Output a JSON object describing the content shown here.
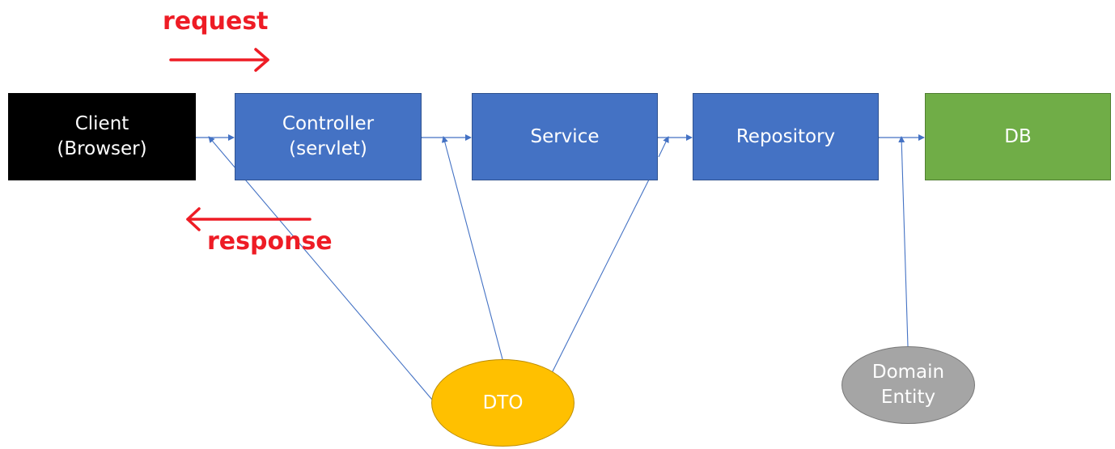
{
  "nodes": {
    "client": {
      "label": "Client\n(Browser)",
      "color": "#000000"
    },
    "controller": {
      "label": "Controller\n(servlet)",
      "color": "#4472c4"
    },
    "service": {
      "label": "Service",
      "color": "#4472c4"
    },
    "repository": {
      "label": "Repository",
      "color": "#4472c4"
    },
    "db": {
      "label": "DB",
      "color": "#70ad47"
    },
    "dto": {
      "label": "DTO",
      "color": "#ffc000"
    },
    "domain_entity": {
      "label": "Domain\nEntity",
      "color": "#a5a5a5"
    }
  },
  "flow": {
    "request_label": "request",
    "response_label": "response",
    "color": "#ee1c25"
  },
  "connector_color": "#4472c4"
}
